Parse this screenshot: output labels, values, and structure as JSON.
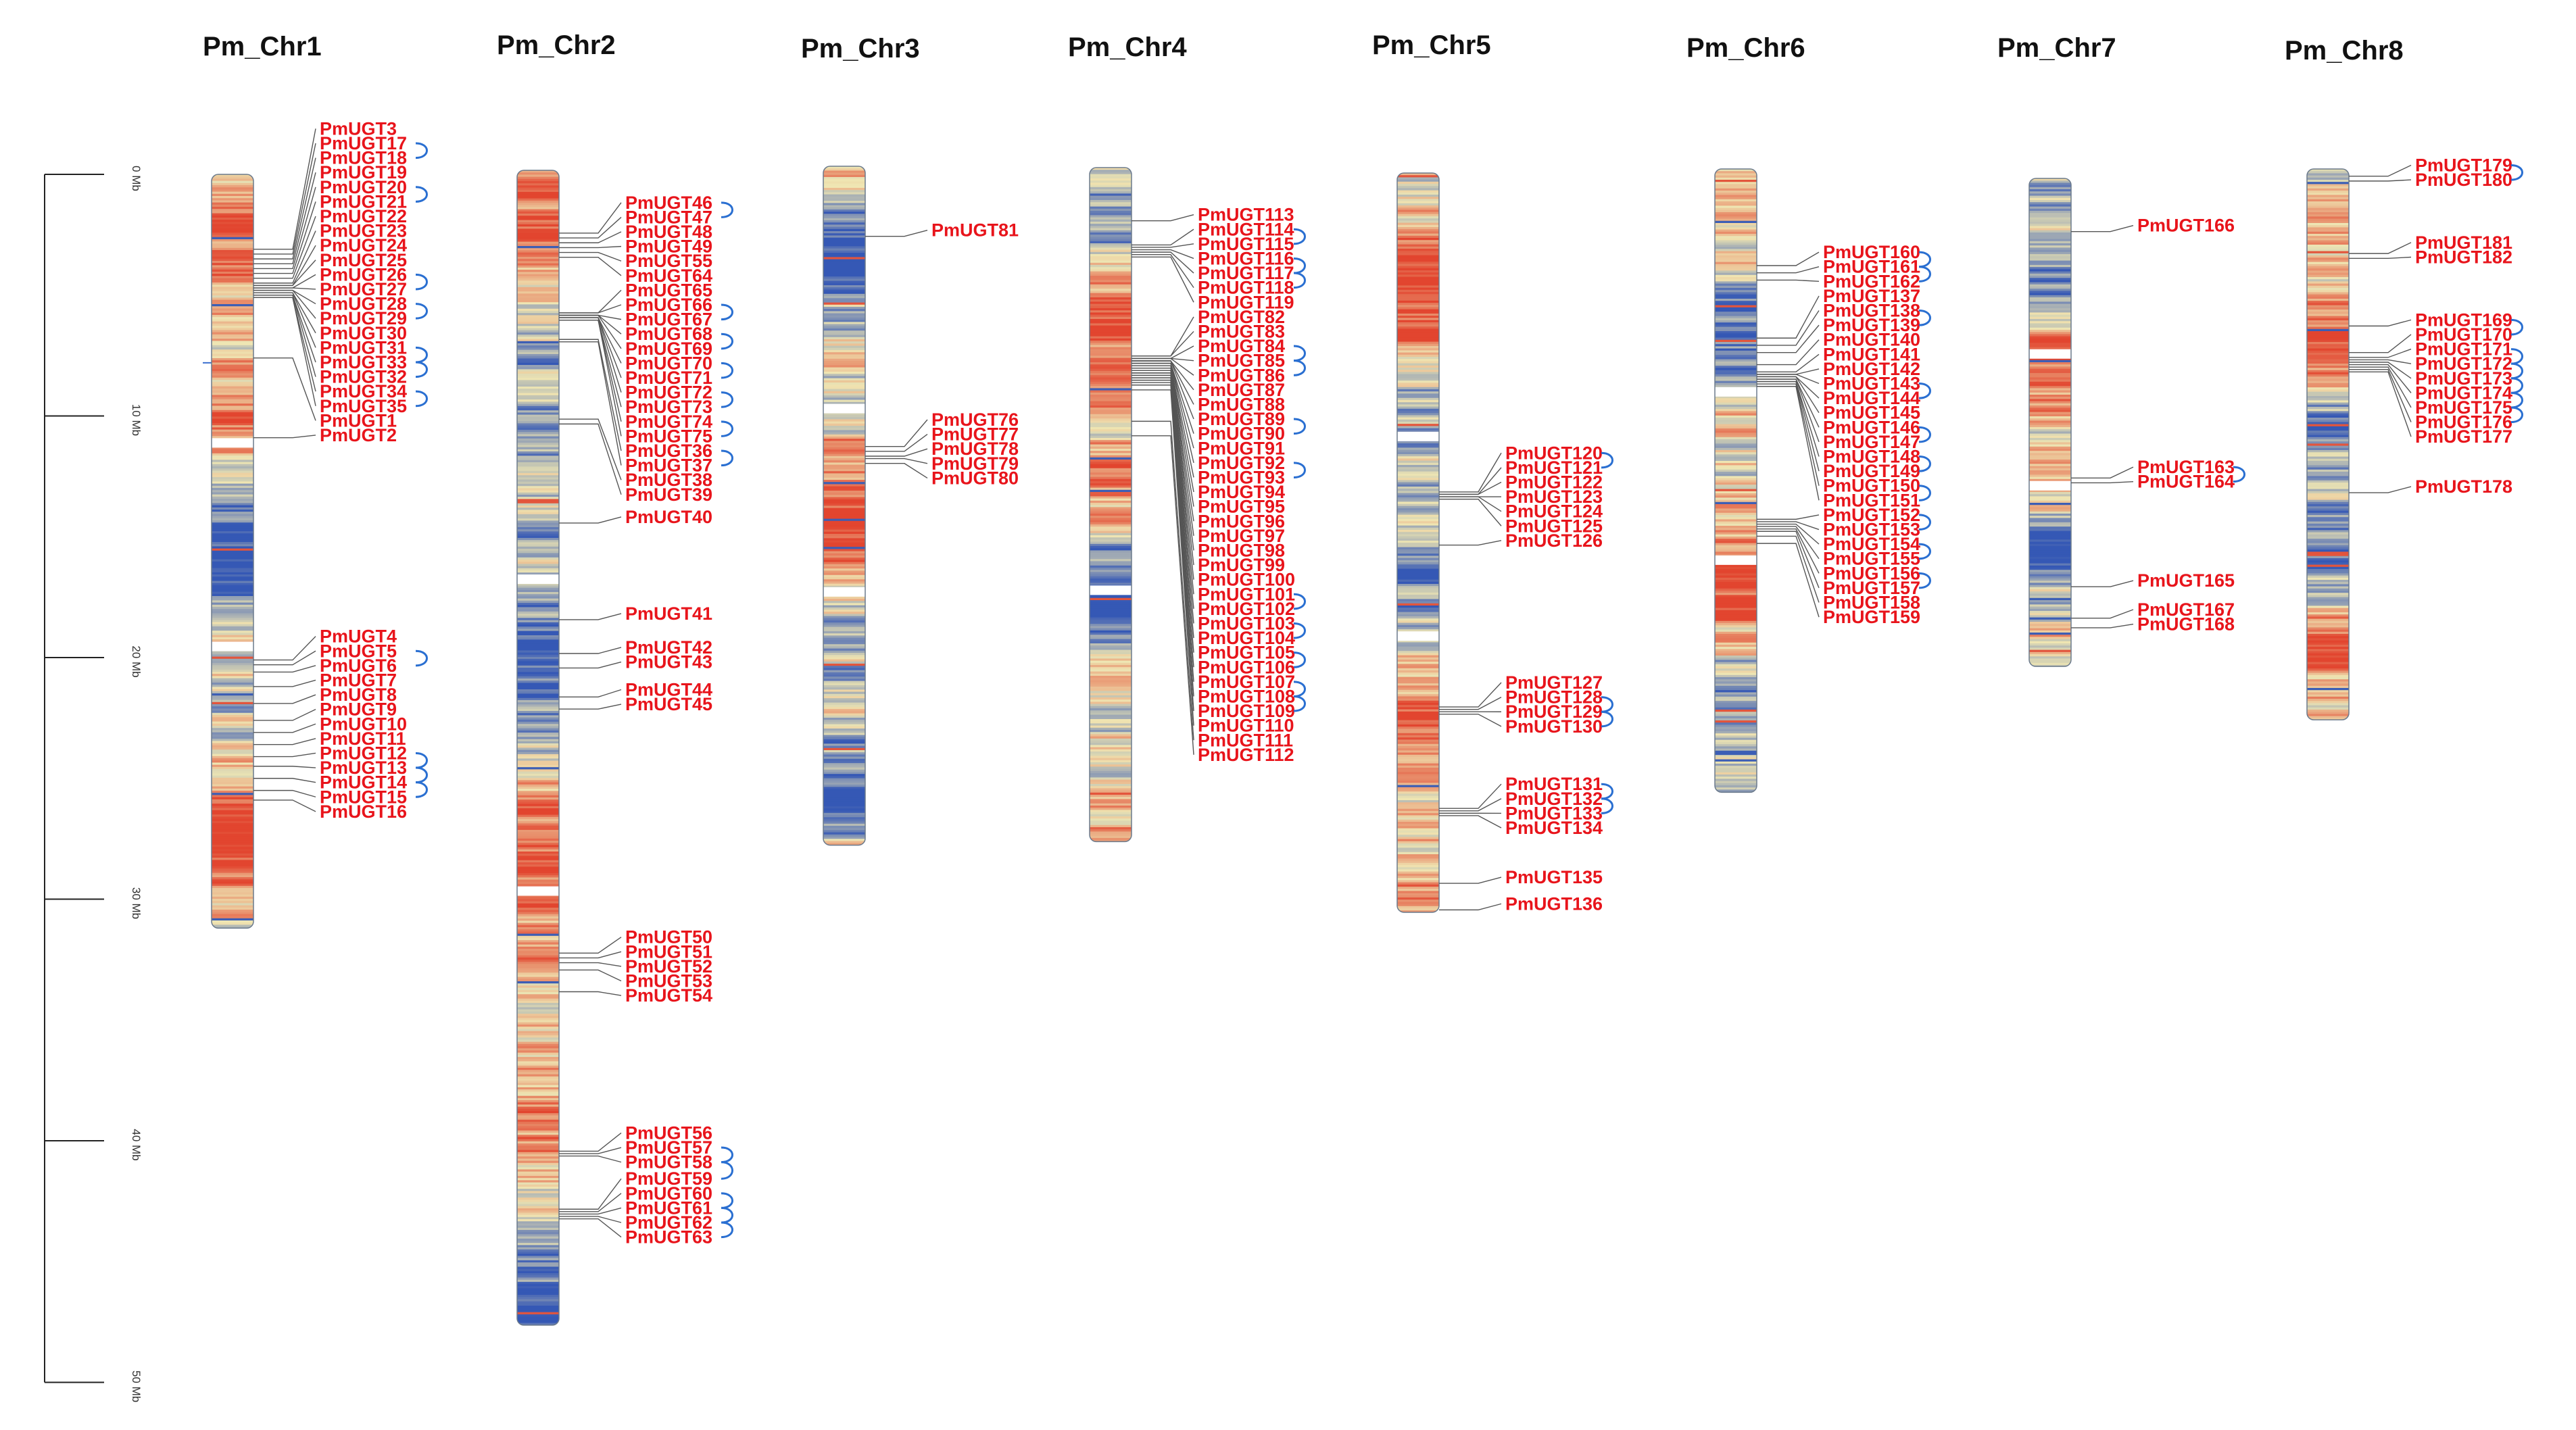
{
  "scale": {
    "labels": [
      "0 Mb",
      "10 Mb",
      "20 Mb",
      "30 Mb",
      "40 Mb",
      "50 Mb"
    ],
    "values": [
      0,
      10,
      20,
      30,
      40,
      50
    ]
  },
  "colors": {
    "gene_label": "#e8141b",
    "connector": "#555555",
    "duplication_arc": "#2a6fd1",
    "density_low": "#3558b5",
    "density_mid": "#efe6b3",
    "density_high": "#e2452f"
  },
  "chromosomes": [
    {
      "name": "Pm_Chr1",
      "length_mb": 31.2,
      "genes": [
        {
          "label": "PmUGT3",
          "pos": 3.1
        },
        {
          "label": "PmUGT17",
          "pos": 3.3
        },
        {
          "label": "PmUGT18",
          "pos": 3.5
        },
        {
          "label": "PmUGT19",
          "pos": 3.7
        },
        {
          "label": "PmUGT20",
          "pos": 3.9
        },
        {
          "label": "PmUGT21",
          "pos": 4.1
        },
        {
          "label": "PmUGT22",
          "pos": 4.3
        },
        {
          "label": "PmUGT23",
          "pos": 4.5
        },
        {
          "label": "PmUGT24",
          "pos": 4.6
        },
        {
          "label": "PmUGT25",
          "pos": 4.6
        },
        {
          "label": "PmUGT26",
          "pos": 4.7
        },
        {
          "label": "PmUGT27",
          "pos": 4.7
        },
        {
          "label": "PmUGT28",
          "pos": 4.8
        },
        {
          "label": "PmUGT29",
          "pos": 4.8
        },
        {
          "label": "PmUGT30",
          "pos": 4.9
        },
        {
          "label": "PmUGT31",
          "pos": 4.9
        },
        {
          "label": "PmUGT33",
          "pos": 5.0
        },
        {
          "label": "PmUGT32",
          "pos": 5.0
        },
        {
          "label": "PmUGT34",
          "pos": 5.1
        },
        {
          "label": "PmUGT35",
          "pos": 5.1
        },
        {
          "label": "PmUGT1",
          "pos": 7.6
        },
        {
          "label": "PmUGT2",
          "pos": 10.9
        },
        {
          "label": "PmUGT4",
          "pos": 20.1
        },
        {
          "label": "PmUGT5",
          "pos": 20.3
        },
        {
          "label": "PmUGT6",
          "pos": 20.6
        },
        {
          "label": "PmUGT7",
          "pos": 21.2
        },
        {
          "label": "PmUGT8",
          "pos": 21.9
        },
        {
          "label": "PmUGT9",
          "pos": 22.6
        },
        {
          "label": "PmUGT10",
          "pos": 23.1
        },
        {
          "label": "PmUGT11",
          "pos": 23.6
        },
        {
          "label": "PmUGT12",
          "pos": 24.1
        },
        {
          "label": "PmUGT13",
          "pos": 24.5
        },
        {
          "label": "PmUGT14",
          "pos": 25.0
        },
        {
          "label": "PmUGT15",
          "pos": 25.5
        },
        {
          "label": "PmUGT16",
          "pos": 25.9
        }
      ],
      "dups": [
        [
          1,
          2
        ],
        [
          4,
          5
        ],
        [
          10,
          11
        ],
        [
          12,
          13
        ],
        [
          15,
          16
        ],
        [
          16,
          17
        ],
        [
          18,
          19
        ],
        [
          23,
          24
        ],
        [
          30,
          31
        ],
        [
          31,
          32
        ],
        [
          32,
          33
        ]
      ]
    },
    {
      "name": "Pm_Chr2",
      "length_mb": 47.8,
      "genes": [
        {
          "label": "PmUGT46",
          "pos": 2.6
        },
        {
          "label": "PmUGT47",
          "pos": 2.8
        },
        {
          "label": "PmUGT48",
          "pos": 3.0
        },
        {
          "label": "PmUGT49",
          "pos": 3.2
        },
        {
          "label": "PmUGT55",
          "pos": 3.4
        },
        {
          "label": "PmUGT64",
          "pos": 3.6
        },
        {
          "label": "PmUGT65",
          "pos": 5.9
        },
        {
          "label": "PmUGT66",
          "pos": 5.9
        },
        {
          "label": "PmUGT67",
          "pos": 6.0
        },
        {
          "label": "PmUGT68",
          "pos": 6.0
        },
        {
          "label": "PmUGT69",
          "pos": 6.0
        },
        {
          "label": "PmUGT70",
          "pos": 6.1
        },
        {
          "label": "PmUGT71",
          "pos": 6.1
        },
        {
          "label": "PmUGT72",
          "pos": 6.1
        },
        {
          "label": "PmUGT73",
          "pos": 6.2
        },
        {
          "label": "PmUGT74",
          "pos": 6.2
        },
        {
          "label": "PmUGT75",
          "pos": 6.2
        },
        {
          "label": "PmUGT36",
          "pos": 7.0
        },
        {
          "label": "PmUGT37",
          "pos": 7.1
        },
        {
          "label": "PmUGT38",
          "pos": 10.3
        },
        {
          "label": "PmUGT39",
          "pos": 10.5
        },
        {
          "label": "PmUGT40",
          "pos": 14.6
        },
        {
          "label": "PmUGT41",
          "pos": 18.6
        },
        {
          "label": "PmUGT42",
          "pos": 20.0
        },
        {
          "label": "PmUGT43",
          "pos": 20.6
        },
        {
          "label": "PmUGT44",
          "pos": 21.8
        },
        {
          "label": "PmUGT45",
          "pos": 22.3
        },
        {
          "label": "PmUGT50",
          "pos": 32.4
        },
        {
          "label": "PmUGT51",
          "pos": 32.6
        },
        {
          "label": "PmUGT52",
          "pos": 32.8
        },
        {
          "label": "PmUGT53",
          "pos": 33.1
        },
        {
          "label": "PmUGT54",
          "pos": 34.0
        },
        {
          "label": "PmUGT56",
          "pos": 40.6
        },
        {
          "label": "PmUGT57",
          "pos": 40.7
        },
        {
          "label": "PmUGT58",
          "pos": 40.8
        },
        {
          "label": "PmUGT59",
          "pos": 43.0
        },
        {
          "label": "PmUGT60",
          "pos": 43.1
        },
        {
          "label": "PmUGT61",
          "pos": 43.2
        },
        {
          "label": "PmUGT62",
          "pos": 43.3
        },
        {
          "label": "PmUGT63",
          "pos": 43.4
        }
      ],
      "dups": [
        [
          0,
          1
        ],
        [
          7,
          8
        ],
        [
          9,
          10
        ],
        [
          11,
          12
        ],
        [
          13,
          14
        ],
        [
          15,
          16
        ],
        [
          17,
          18
        ],
        [
          33,
          34
        ],
        [
          34,
          35
        ],
        [
          36,
          37
        ],
        [
          37,
          38
        ],
        [
          38,
          39
        ]
      ]
    },
    {
      "name": "Pm_Chr3",
      "length_mb": 28.1,
      "genes": [
        {
          "label": "PmUGT81",
          "pos": 2.9
        },
        {
          "label": "PmUGT76",
          "pos": 11.6
        },
        {
          "label": "PmUGT77",
          "pos": 11.8
        },
        {
          "label": "PmUGT78",
          "pos": 12.0
        },
        {
          "label": "PmUGT79",
          "pos": 12.1
        },
        {
          "label": "PmUGT80",
          "pos": 12.3
        }
      ],
      "dups": []
    },
    {
      "name": "Pm_Chr4",
      "length_mb": 27.9,
      "genes": [
        {
          "label": "PmUGT113",
          "pos": 2.2
        },
        {
          "label": "PmUGT114",
          "pos": 3.2
        },
        {
          "label": "PmUGT115",
          "pos": 3.3
        },
        {
          "label": "PmUGT116",
          "pos": 3.4
        },
        {
          "label": "PmUGT117",
          "pos": 3.5
        },
        {
          "label": "PmUGT118",
          "pos": 3.6
        },
        {
          "label": "PmUGT119",
          "pos": 3.7
        },
        {
          "label": "PmUGT82",
          "pos": 7.8
        },
        {
          "label": "PmUGT83",
          "pos": 7.8
        },
        {
          "label": "PmUGT84",
          "pos": 7.9
        },
        {
          "label": "PmUGT85",
          "pos": 7.9
        },
        {
          "label": "PmUGT86",
          "pos": 7.9
        },
        {
          "label": "PmUGT87",
          "pos": 8.0
        },
        {
          "label": "PmUGT88",
          "pos": 8.0
        },
        {
          "label": "PmUGT89",
          "pos": 8.0
        },
        {
          "label": "PmUGT90",
          "pos": 8.1
        },
        {
          "label": "PmUGT91",
          "pos": 8.1
        },
        {
          "label": "PmUGT92",
          "pos": 8.1
        },
        {
          "label": "PmUGT93",
          "pos": 8.2
        },
        {
          "label": "PmUGT94",
          "pos": 8.2
        },
        {
          "label": "PmUGT95",
          "pos": 8.2
        },
        {
          "label": "PmUGT96",
          "pos": 8.3
        },
        {
          "label": "PmUGT97",
          "pos": 8.3
        },
        {
          "label": "PmUGT98",
          "pos": 8.4
        },
        {
          "label": "PmUGT99",
          "pos": 8.4
        },
        {
          "label": "PmUGT100",
          "pos": 8.5
        },
        {
          "label": "PmUGT101",
          "pos": 8.5
        },
        {
          "label": "PmUGT102",
          "pos": 8.6
        },
        {
          "label": "PmUGT103",
          "pos": 8.6
        },
        {
          "label": "PmUGT104",
          "pos": 8.7
        },
        {
          "label": "PmUGT105",
          "pos": 8.7
        },
        {
          "label": "PmUGT106",
          "pos": 8.8
        },
        {
          "label": "PmUGT107",
          "pos": 8.8
        },
        {
          "label": "PmUGT108",
          "pos": 8.9
        },
        {
          "label": "PmUGT109",
          "pos": 9.0
        },
        {
          "label": "PmUGT110",
          "pos": 9.2
        },
        {
          "label": "PmUGT111",
          "pos": 10.5
        },
        {
          "label": "PmUGT112",
          "pos": 11.1
        }
      ],
      "dups": [
        [
          1,
          2
        ],
        [
          3,
          4
        ],
        [
          4,
          5
        ],
        [
          9,
          10
        ],
        [
          10,
          11
        ],
        [
          14,
          15
        ],
        [
          17,
          18
        ],
        [
          26,
          27
        ],
        [
          28,
          29
        ],
        [
          30,
          31
        ],
        [
          32,
          33
        ],
        [
          33,
          34
        ]
      ]
    },
    {
      "name": "Pm_Chr5",
      "length_mb": 30.6,
      "genes": [
        {
          "label": "PmUGT120",
          "pos": 13.2
        },
        {
          "label": "PmUGT121",
          "pos": 13.3
        },
        {
          "label": "PmUGT122",
          "pos": 13.3
        },
        {
          "label": "PmUGT123",
          "pos": 13.4
        },
        {
          "label": "PmUGT124",
          "pos": 13.4
        },
        {
          "label": "PmUGT125",
          "pos": 13.5
        },
        {
          "label": "PmUGT126",
          "pos": 15.4
        },
        {
          "label": "PmUGT127",
          "pos": 22.1
        },
        {
          "label": "PmUGT128",
          "pos": 22.2
        },
        {
          "label": "PmUGT129",
          "pos": 22.3
        },
        {
          "label": "PmUGT130",
          "pos": 22.4
        },
        {
          "label": "PmUGT131",
          "pos": 26.3
        },
        {
          "label": "PmUGT132",
          "pos": 26.4
        },
        {
          "label": "PmUGT133",
          "pos": 26.5
        },
        {
          "label": "PmUGT134",
          "pos": 26.6
        },
        {
          "label": "PmUGT135",
          "pos": 29.4
        },
        {
          "label": "PmUGT136",
          "pos": 30.5
        }
      ],
      "dups": [
        [
          0,
          1
        ],
        [
          8,
          9
        ],
        [
          9,
          10
        ],
        [
          11,
          12
        ],
        [
          12,
          13
        ]
      ]
    },
    {
      "name": "Pm_Chr6",
      "length_mb": 25.8,
      "genes": [
        {
          "label": "PmUGT160",
          "pos": 4.0
        },
        {
          "label": "PmUGT161",
          "pos": 4.3
        },
        {
          "label": "PmUGT162",
          "pos": 4.6
        },
        {
          "label": "PmUGT137",
          "pos": 7.0
        },
        {
          "label": "PmUGT138",
          "pos": 7.3
        },
        {
          "label": "PmUGT139",
          "pos": 7.6
        },
        {
          "label": "PmUGT140",
          "pos": 8.1
        },
        {
          "label": "PmUGT141",
          "pos": 8.4
        },
        {
          "label": "PmUGT142",
          "pos": 8.5
        },
        {
          "label": "PmUGT143",
          "pos": 8.5
        },
        {
          "label": "PmUGT144",
          "pos": 8.6
        },
        {
          "label": "PmUGT145",
          "pos": 8.6
        },
        {
          "label": "PmUGT146",
          "pos": 8.7
        },
        {
          "label": "PmUGT147",
          "pos": 8.7
        },
        {
          "label": "PmUGT148",
          "pos": 8.8
        },
        {
          "label": "PmUGT149",
          "pos": 8.8
        },
        {
          "label": "PmUGT150",
          "pos": 8.9
        },
        {
          "label": "PmUGT151",
          "pos": 9.0
        },
        {
          "label": "PmUGT152",
          "pos": 14.5
        },
        {
          "label": "PmUGT153",
          "pos": 14.6
        },
        {
          "label": "PmUGT154",
          "pos": 14.7
        },
        {
          "label": "PmUGT155",
          "pos": 14.8
        },
        {
          "label": "PmUGT156",
          "pos": 14.9
        },
        {
          "label": "PmUGT157",
          "pos": 15.0
        },
        {
          "label": "PmUGT158",
          "pos": 15.2
        },
        {
          "label": "PmUGT159",
          "pos": 15.5
        }
      ],
      "dups": [
        [
          0,
          1
        ],
        [
          1,
          2
        ],
        [
          4,
          5
        ],
        [
          9,
          10
        ],
        [
          12,
          13
        ],
        [
          14,
          15
        ],
        [
          16,
          17
        ],
        [
          18,
          19
        ],
        [
          20,
          21
        ],
        [
          22,
          23
        ]
      ]
    },
    {
      "name": "Pm_Chr7",
      "length_mb": 20.2,
      "genes": [
        {
          "label": "PmUGT166",
          "pos": 2.2
        },
        {
          "label": "PmUGT163",
          "pos": 12.4
        },
        {
          "label": "PmUGT164",
          "pos": 12.6
        },
        {
          "label": "PmUGT165",
          "pos": 16.9
        },
        {
          "label": "PmUGT167",
          "pos": 18.2
        },
        {
          "label": "PmUGT168",
          "pos": 18.6
        }
      ],
      "dups": [
        [
          1,
          2
        ]
      ]
    },
    {
      "name": "Pm_Chr8",
      "length_mb": 22.8,
      "genes": [
        {
          "label": "PmUGT179",
          "pos": 0.3
        },
        {
          "label": "PmUGT180",
          "pos": 0.5
        },
        {
          "label": "PmUGT181",
          "pos": 3.5
        },
        {
          "label": "PmUGT182",
          "pos": 3.7
        },
        {
          "label": "PmUGT169",
          "pos": 6.5
        },
        {
          "label": "PmUGT170",
          "pos": 7.6
        },
        {
          "label": "PmUGT171",
          "pos": 7.8
        },
        {
          "label": "PmUGT172",
          "pos": 7.9
        },
        {
          "label": "PmUGT173",
          "pos": 8.0
        },
        {
          "label": "PmUGT174",
          "pos": 8.1
        },
        {
          "label": "PmUGT175",
          "pos": 8.2
        },
        {
          "label": "PmUGT176",
          "pos": 8.3
        },
        {
          "label": "PmUGT177",
          "pos": 8.4
        },
        {
          "label": "PmUGT178",
          "pos": 13.4
        }
      ],
      "dups": [
        [
          0,
          1
        ],
        [
          4,
          5
        ],
        [
          6,
          7
        ],
        [
          7,
          8
        ],
        [
          8,
          9
        ],
        [
          9,
          10
        ],
        [
          10,
          11
        ]
      ]
    }
  ]
}
